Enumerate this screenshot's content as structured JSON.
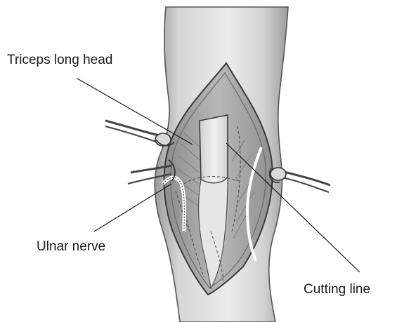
{
  "labels": {
    "triceps": "Triceps long head",
    "ulnar": "Ulnar nerve",
    "cutting": "Cutting line"
  }
}
